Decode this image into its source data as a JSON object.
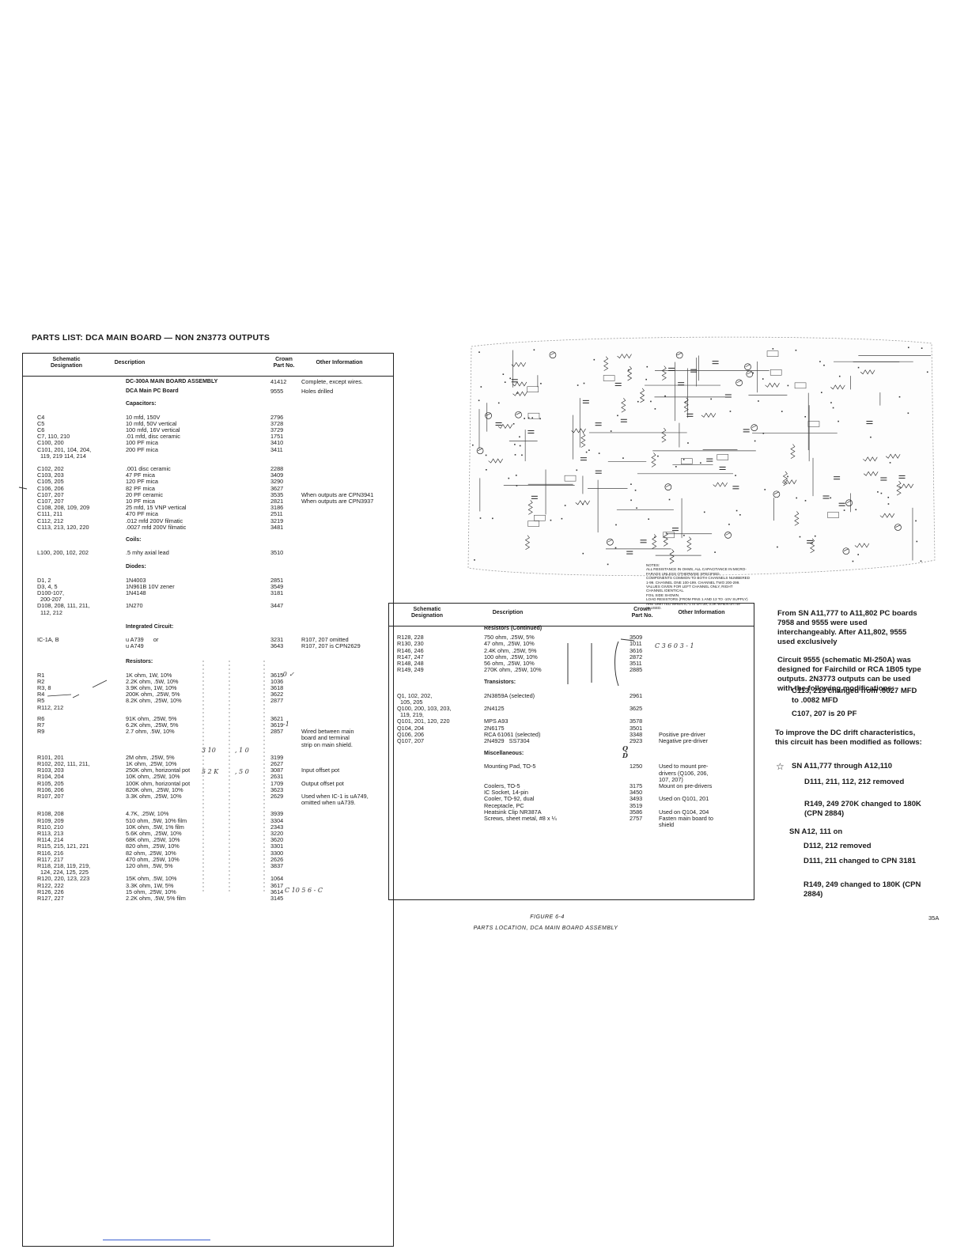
{
  "title": "PARTS LIST: DCA MAIN BOARD — NON 2N3773 OUTPUTS",
  "headers": {
    "designation": "Schematic\nDesignation",
    "description": "Description",
    "part": "Crown\nPart No.",
    "info": "Other Information"
  },
  "left_rows": [
    {
      "d": "",
      "desc": "DC-300A MAIN BOARD ASSEMBLY",
      "p": "41412",
      "i": "Complete, except wires.",
      "b": true
    },
    {
      "d": "",
      "desc": "DCA Main PC Board",
      "p": "9555",
      "i": "Holes drilled",
      "b": true
    },
    {
      "d": "",
      "desc": "Capacitors:",
      "p": "",
      "i": "",
      "s": true
    },
    {
      "d": "C4\nC5\nC6\nC7, 110, 210\nC100, 200\nC101, 201, 104, 204,\n  119, 219 114, 214",
      "desc": "10 mfd, 150V\n10 mfd, 50V vertical\n100 mfd, 16V vertical\n.01 mfd, disc ceramic\n100 PF mica\n200 PF mica",
      "p": "2796\n3728\n3729\n1751\n3410\n3411",
      "i": ""
    },
    {
      "d": "C102, 202\nC103, 203\nC105, 205\nC106, 206\nC107, 207\nC107, 207\nC108, 208, 109, 209\nC111, 211\nC112, 212\nC113, 213, 120, 220",
      "desc": ".001 disc ceramic\n47 PF mica\n120 PF mica\n82 PF mica\n20 PF ceramic\n10 PF mica\n25 mfd, 15 VNP vertical\n470 PF mica\n.012 mfd 200V filmatic\n.0027 mfd 200V filmatic",
      "p": "2288\n3409\n3290\n3627\n3535\n2821\n3186\n2511\n3219\n3481",
      "i": "\n\n\n\nWhen outputs are CPN3941\nWhen outputs are CPN3937"
    },
    {
      "d": "",
      "desc": "Coils:",
      "p": "",
      "i": "",
      "s": true
    },
    {
      "d": "L100, 200, 102, 202",
      "desc": ".5 mhy axial lead",
      "p": "3510",
      "i": ""
    },
    {
      "d": "",
      "desc": "Diodes:",
      "p": "",
      "i": "",
      "s": true
    },
    {
      "d": "D1, 2\nD3, 4, 5\nD100-107,\n  200-207\nD108, 208, 111, 211,\n  112, 212",
      "desc": "1N4003\n1N961B 10V zener\n1N4148\n\n1N270",
      "p": "2851\n3549\n3181\n\n3447",
      "i": ""
    },
    {
      "d": "",
      "desc": "Integrated Circuit:",
      "p": "",
      "i": "",
      "s": true
    },
    {
      "d": "IC-1A, B",
      "desc": "u A739      or\nu A749",
      "p": "3231\n3643",
      "i": "R107, 207 omitted\nR107, 207 is CPN2629"
    },
    {
      "d": "",
      "desc": "Resistors:",
      "p": "",
      "i": "",
      "s": true
    },
    {
      "d": "R1\nR2\nR3, 8\nR4\nR5\nR112, 212",
      "desc": "1K ohm, 1W, 10%\n2.2K ohm, .5W, 10%\n3.9K ohm, 1W, 10%\n200K ohm, .25W, 5%\n8.2K ohm, .25W, 10%",
      "p": "3615\n1036\n3618\n3622\n2877",
      "i": ""
    },
    {
      "d": "R6\nR7\nR9",
      "desc": "91K ohm, .25W, 5%\n6.2K ohm, .25W, 5%\n2.7 ohm, .5W, 10%",
      "p": "3621\n3619\n2857",
      "i": "\n\nWired between main\nboard and terminal\nstrip on main shield."
    },
    {
      "d": "R101, 201\nR102, 202, 111, 211,\nR103, 203\nR104, 204\nR105, 205\nR106, 206\nR107, 207",
      "desc": "2M ohm, .25W, 5%\n1K ohm, .25W, 10%\n250K ohm, horizontal pot\n10K ohm, .25W, 10%\n100K ohm, horizontal pot\n820K ohm, .25W, 10%\n3.3K ohm, .25W, 10%",
      "p": "3199\n2627\n3087\n2631\n1709\n3623\n2629",
      "i": "\n\nInput offset pot\n\nOutput offset pot\n\nUsed when IC-1 is uA749,\nomitted when uA739."
    },
    {
      "d": "R108, 208\nR109, 209\nR110, 210\nR113, 213\nR114, 214\nR115, 215, 121, 221\nR116, 216\nR117, 217\nR118, 218, 119, 219,\n  124, 224, 125, 225\nR120, 220, 123, 223\nR122, 222\nR126, 226\nR127, 227",
      "desc": "4.7K, .25W, 10%\n510 ohm, .5W, 10% film\n10K ohm, .5W, 1% film\n5.6K ohm, .25W, 10%\n68K ohm, .25W, 10%\n820 ohm, .25W, 10%\n82 ohm, .25W, 10%\n470 ohm, .25W, 10%\n120 ohm, .5W, 5%\n\n15K ohm, .5W, 10%\n3.3K ohm, 1W, 5%\n15 ohm, .25W, 10%\n2.2K ohm, .5W, 5% film",
      "p": "3939\n3304\n2343\n3220\n3620\n3301\n3300\n2626\n3837\n\n1064\n3617\n3614\n3145",
      "i": ""
    }
  ],
  "right_rows": [
    {
      "d": "",
      "desc": "Resistors (Continued)",
      "p": "",
      "i": "",
      "s": true
    },
    {
      "d": "R128, 228\nR130, 230\nR146, 246\nR147, 247\nR148, 248\nR149, 249",
      "desc": "750 ohm, .25W, 5%\n47 ohm, .25W, 10%\n2.4K ohm, .25W, 5%\n100 ohm, .25W, 10%\n56 ohm, .25W, 10%\n270K ohm, .25W, 10%",
      "p": "3509\n1011\n3616\n2872\n3511\n2885",
      "i": ""
    },
    {
      "d": "",
      "desc": "Transistors:",
      "p": "",
      "i": "",
      "s": true
    },
    {
      "d": "Q1, 102, 202,\n  105, 205\nQ100, 200, 103, 203,\n  119, 219,\nQ101, 201, 120, 220\nQ104, 204\nQ106, 206\nQ107, 207",
      "desc": "2N3859A (selected)\n\n2N4125\n\nMPS A93\n2N6175\nRCA 61061 (selected)\n2N4929   SS7304",
      "p": "2961\n\n3625\n\n3578\n3501\n3348\n2923",
      "i": "\n\n\n\n\n\nPositive pre-driver\nNegative pre-driver"
    },
    {
      "d": "",
      "desc": "Miscellaneous:",
      "p": "",
      "i": "",
      "s": true
    },
    {
      "d": "",
      "desc": "Mounting Pad, TO-5\n\n\nCoolers, TO-5\nIC Socket, 14-pin\nCooler, TO-92, dual\nReceptacle, PC\nHeatsink Clip NR387A\nScrews, sheet metal, #8 x ¼",
      "p": "1250\n\n\n3175\n3450\n3493\n3519\n3586\n2757",
      "i": "Used to mount pre-\ndrivers (Q106, 206,\n107, 207)\nMount on pre-drivers\n\nUsed on Q101, 201\n\nUsed on Q104, 204\nFasten main board to\nshield"
    }
  ],
  "pcb_notes": "NOTES:\nALL RESISTANCE IN OHMS, ALL CAPACITANCE IN MICRO-\nFARADS UNLESS OTHERWISE SPECIFIED.\nCOMPONENTS COMMON TO BOTH CHANNELS NUMBERED\n1-99. CHANNEL ONE 100-199. CHANNEL TWO 200-299.\nVALUES GIVEN FOR LEFT CHANNEL ONLY, RIGHT\nCHANNEL IDENTICAL.\nFOIL SIDE SHOWN.\nLOAD RESISTORS (FROM PINS 1 AND 13 TO -10V SUPPLY)\nARE OMITTED WHEN IC-1 IS uA739, 3.3K WHEN uA749\nIS USED.",
  "notes": [
    "From SN A11,777 to A11,802 PC boards 7958 and 9555 were used interchangeably. After A11,802, 9555 used exclusively",
    "Circuit 9555 (schematic MI-250A) was designed for Fairchild or RCA 1B05 type outputs. 2N3773 outputs can be used with the following modifications:",
    "C113, 213 changed from .0027 MFD to .0082 MFD",
    "C107, 207 is 20 PF",
    "To improve the DC drift characteristics, this circuit has been modified as follows:",
    "SN A11,777 through A12,110",
    "D111, 211, 112, 212 removed",
    "R149, 249 270K changed to 180K (CPN 2884)",
    "SN A12, 111 on",
    "D112, 212 removed",
    "D111, 211 changed to CPN 3181",
    "R149, 249 changed to 180K (CPN 2884)"
  ],
  "figure_caption": "FIGURE 6-4",
  "figure_subcaption": "PARTS LOCATION, DCA MAIN BOARD ASSEMBLY",
  "page_number": "35A",
  "handwritten": {
    "r2": "-0  ✓",
    "r9": "-1",
    "p1": "3 10",
    "p2": "5 2 K",
    "p3": ", 1 0",
    "p4": ", 5 0",
    "r3145": "C 10 5 6 - C",
    "r3509": "C 3 6 0 3 - 1",
    "q1": "Q",
    "q2": "D"
  }
}
